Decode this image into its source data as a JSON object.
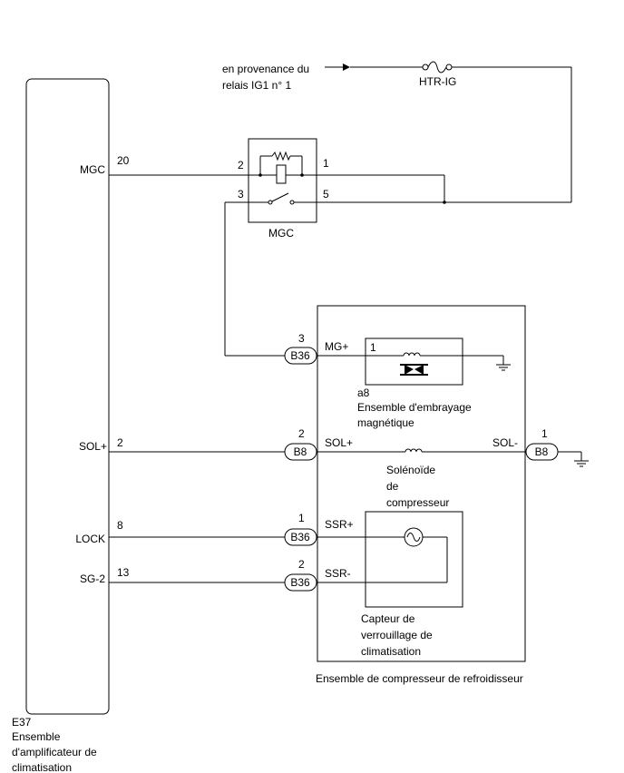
{
  "source": {
    "line1": "en provenance du",
    "line2": "relais IG1 n° 1"
  },
  "fuse": {
    "label": "HTR-IG"
  },
  "relay": {
    "label": "MGC",
    "pin_coil_in": "2",
    "pin_coil_out": "1",
    "pin_sw_in": "3",
    "pin_sw_out": "5"
  },
  "amplifier": {
    "id": "E37",
    "name_line1": "Ensemble",
    "name_line2": "d'amplificateur de",
    "name_line3": "climatisation",
    "terminals": [
      {
        "name": "MGC",
        "pin": "20"
      },
      {
        "name": "SOL+",
        "pin": "2"
      },
      {
        "name": "LOCK",
        "pin": "8"
      },
      {
        "name": "SG-2",
        "pin": "13"
      }
    ]
  },
  "compressor": {
    "label": "Ensemble de compresseur de refroidisseur",
    "connectors": [
      {
        "code": "B36",
        "pin": "3",
        "signal": "MG+"
      },
      {
        "code": "B8",
        "pin": "2",
        "signal": "SOL+"
      },
      {
        "code": "B36",
        "pin": "1",
        "signal": "SSR+"
      },
      {
        "code": "B36",
        "pin": "2",
        "signal": "SSR-"
      }
    ],
    "out_connector": {
      "code": "B8",
      "pin": "1",
      "signal": "SOL-"
    },
    "clutch": {
      "pin": "1",
      "id": "a8",
      "name_line1": "Ensemble d'embrayage",
      "name_line2": "magnétique"
    },
    "solenoid": {
      "line1": "Solénoïde",
      "line2": "de",
      "line3": "compresseur"
    },
    "sensor": {
      "line1": "Capteur de",
      "line2": "verrouillage de",
      "line3": "climatisation"
    }
  }
}
